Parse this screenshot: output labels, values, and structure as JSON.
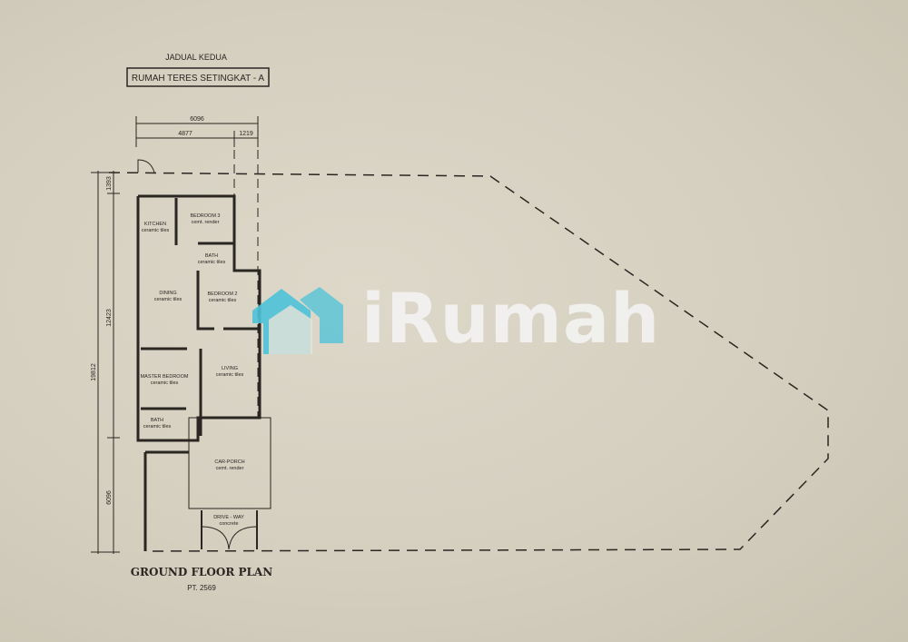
{
  "header": {
    "schedule": "JADUAL KEDUA",
    "house_type": "RUMAH TERES SETINGKAT - A"
  },
  "dimensions": {
    "total_width": "6096",
    "main_width": "4877",
    "side_width": "1219",
    "depth_top": "1393",
    "depth_house": "12423",
    "depth_total": "19812",
    "depth_front": "6096"
  },
  "rooms": [
    {
      "name": "KITCHEN",
      "finish": "ceramic tiles"
    },
    {
      "name": "BEDROOM 3",
      "finish": "cemt. render"
    },
    {
      "name": "BATH",
      "finish": "ceramic tiles"
    },
    {
      "name": "DINING",
      "finish": "ceramic tiles"
    },
    {
      "name": "BEDROOM 2",
      "finish": "ceramic tiles"
    },
    {
      "name": "MASTER BEDROOM",
      "finish": "ceramic tiles"
    },
    {
      "name": "LIVING",
      "finish": "ceramic tiles"
    },
    {
      "name": "BATH",
      "finish": "ceramic tiles"
    },
    {
      "name": "CAR-PORCH",
      "finish": "cemt. render"
    },
    {
      "name": "DRIVE - WAY",
      "finish": "concrete"
    }
  ],
  "footer": {
    "title": "GROUND FLOOR PLAN",
    "lot": "PT. 2569"
  },
  "watermark": {
    "text": "iRumah",
    "icon": "house-icon",
    "color": "#4fc3d9"
  }
}
